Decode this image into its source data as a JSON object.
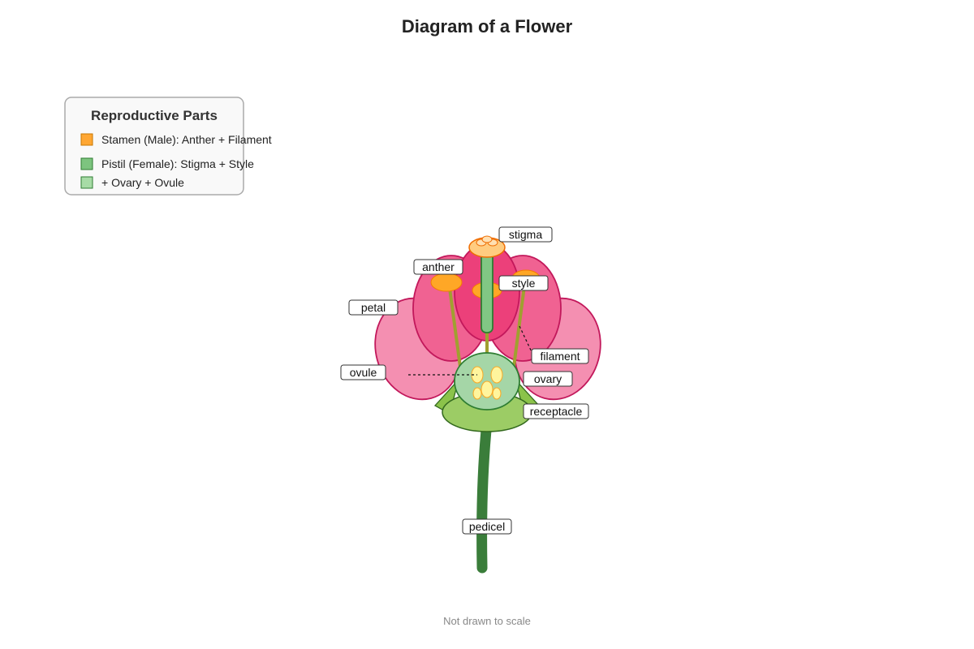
{
  "title": "Diagram of a Flower",
  "footnote": "Not drawn to scale",
  "legend": {
    "title": "Reproductive Parts",
    "items": [
      {
        "label": "Stamen (Male): Anther + Filament",
        "color": "#ffa733"
      },
      {
        "label": "Pistil (Female): Stigma + Style",
        "color": "#7dc47f"
      },
      {
        "label": "+ Ovary + Ovule",
        "color": "#a7dba6"
      }
    ]
  },
  "labels": {
    "stigma": "stigma",
    "anther": "anther",
    "style": "style",
    "petal": "petal",
    "filament": "filament",
    "ovule": "ovule",
    "ovary": "ovary",
    "receptacle": "receptacle",
    "pedicel": "pedicel"
  },
  "colors": {
    "petal_outer": "#f48fb1",
    "petal_mid": "#f06292",
    "petal_center": "#ec407a",
    "petal_stroke": "#c2185b",
    "anther": "#ffa726",
    "filament": "#a0a030",
    "pistil": "#81c784",
    "ovary": "#a5d6a7",
    "ovule": "#fff59d",
    "sepal": "#8bc34a",
    "receptacle": "#9ccc65",
    "stem": "#3a7d3a",
    "stigma": "#ffcc80"
  }
}
